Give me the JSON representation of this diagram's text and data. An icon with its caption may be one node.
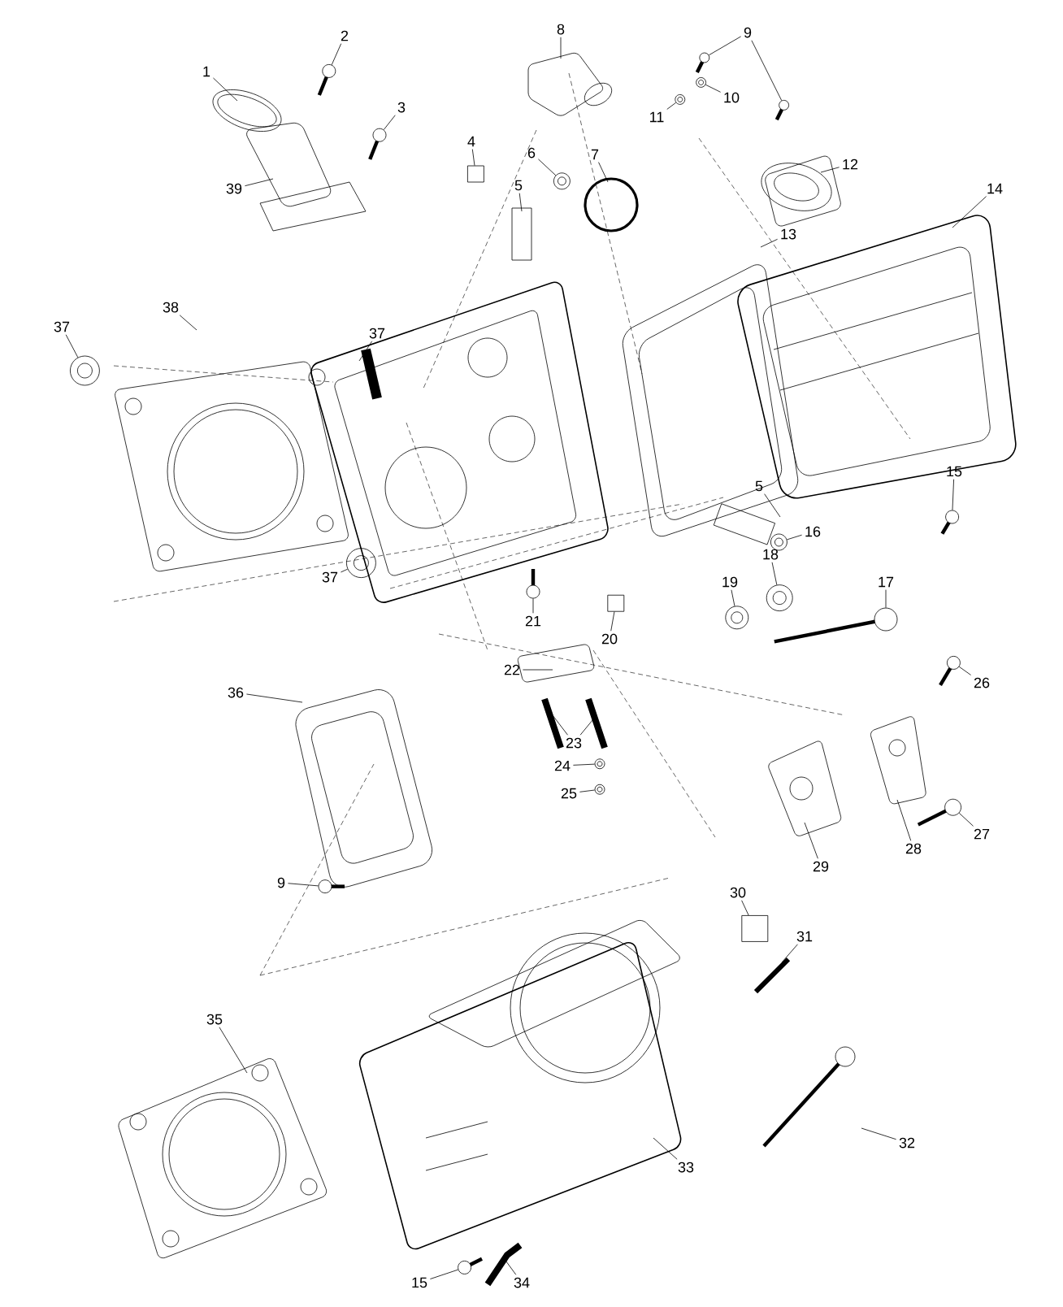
{
  "diagram": {
    "nodes": [
      {
        "text": [
          "1"
        ]
      },
      {
        "text": [
          "2"
        ]
      },
      {
        "text": [
          "3"
        ]
      },
      {
        "text": [
          "4"
        ]
      },
      {
        "text": [
          "5"
        ]
      },
      {
        "text": [
          "6"
        ]
      },
      {
        "text": [
          "7"
        ]
      },
      {
        "text": [
          "8"
        ]
      },
      {
        "text": [
          "9"
        ]
      },
      {
        "text": [
          "10"
        ]
      },
      {
        "text": [
          "11"
        ]
      },
      {
        "text": [
          "12"
        ]
      },
      {
        "text": [
          "13"
        ]
      },
      {
        "text": [
          "14"
        ]
      },
      {
        "text": [
          "15"
        ]
      },
      {
        "text": [
          "16"
        ]
      },
      {
        "text": [
          "17"
        ]
      },
      {
        "text": [
          "18"
        ]
      },
      {
        "text": [
          "19"
        ]
      },
      {
        "text": [
          "20"
        ]
      },
      {
        "text": [
          "21"
        ]
      },
      {
        "text": [
          "22"
        ]
      },
      {
        "text": [
          "23"
        ]
      },
      {
        "text": [
          "24"
        ]
      },
      {
        "text": [
          "25"
        ]
      },
      {
        "text": [
          "26"
        ]
      },
      {
        "text": [
          "27"
        ]
      },
      {
        "text": [
          "28"
        ]
      },
      {
        "text": [
          "29"
        ]
      },
      {
        "text": [
          "30"
        ]
      },
      {
        "text": [
          "31"
        ]
      },
      {
        "text": [
          "32"
        ]
      },
      {
        "text": [
          "33"
        ]
      },
      {
        "text": [
          "34"
        ]
      },
      {
        "text": [
          "35"
        ]
      },
      {
        "text": [
          "36"
        ]
      },
      {
        "text": [
          "37"
        ]
      },
      {
        "text": [
          "37"
        ]
      },
      {
        "text": [
          "37"
        ]
      },
      {
        "text": [
          "38"
        ]
      },
      {
        "text": [
          "39"
        ]
      },
      {
        "text": [
          "5"
        ]
      },
      {
        "text": [
          "9"
        ]
      },
      {
        "text": [
          "15"
        ]
      },
      {
        "text": [],
        "shape": "picture"
      },
      {
        "text": [],
        "shape": "picture"
      },
      {
        "text": [],
        "shape": "box"
      },
      {
        "text": [],
        "shape": "circle"
      },
      {
        "text": [],
        "shape": "picture"
      },
      {
        "text": [],
        "shape": "picture"
      },
      {
        "text": [],
        "shape": "circle"
      },
      {
        "text": [],
        "shape": "circle"
      },
      {
        "text": [],
        "shape": "picture"
      },
      {
        "text": [],
        "shape": "circle"
      },
      {
        "text": [],
        "shape": "picture"
      },
      {
        "text": [],
        "shape": "circle"
      },
      {
        "text": [],
        "shape": "circle"
      },
      {
        "text": [],
        "shape": "box"
      },
      {
        "text": [],
        "shape": "picture"
      },
      {
        "text": [],
        "shape": "circle"
      },
      {
        "text": [],
        "shape": "circle"
      },
      {
        "text": [],
        "shape": "picture"
      },
      {
        "text": [],
        "shape": "picture"
      },
      {
        "text": [],
        "shape": "box"
      },
      {
        "text": [],
        "shape": "circle"
      },
      {
        "text": [],
        "shape": "circle"
      },
      {
        "text": [],
        "shape": "picture"
      },
      {
        "text": [],
        "shape": "picture"
      }
    ],
    "edges": [
      {
        "from": 0,
        "to": null,
        "arrow": "none"
      },
      {
        "from": 1,
        "to": 44,
        "arrow": "none"
      },
      {
        "from": 2,
        "to": 45,
        "arrow": "none"
      },
      {
        "from": 3,
        "to": 46,
        "arrow": "none"
      },
      {
        "from": 4,
        "to": null,
        "arrow": "none"
      },
      {
        "from": 5,
        "to": 47,
        "arrow": "none"
      },
      {
        "from": 6,
        "to": null,
        "arrow": "none"
      },
      {
        "from": 7,
        "to": null,
        "arrow": "none"
      },
      {
        "from": 8,
        "to": 48,
        "arrow": "none"
      },
      {
        "from": 8,
        "to": 49,
        "arrow": "none"
      },
      {
        "from": 9,
        "to": 50,
        "arrow": "none"
      },
      {
        "from": 10,
        "to": 51,
        "arrow": "none"
      },
      {
        "from": 11,
        "to": null,
        "arrow": "none"
      },
      {
        "from": 12,
        "to": null,
        "arrow": "none"
      },
      {
        "from": 13,
        "to": null,
        "arrow": "none"
      },
      {
        "from": 14,
        "to": 52,
        "arrow": "none"
      },
      {
        "from": 15,
        "to": 53,
        "arrow": "none"
      },
      {
        "from": 16,
        "to": 54,
        "arrow": "none"
      },
      {
        "from": 17,
        "to": 55,
        "arrow": "none"
      },
      {
        "from": 18,
        "to": 56,
        "arrow": "none"
      },
      {
        "from": 19,
        "to": 57,
        "arrow": "none"
      },
      {
        "from": 20,
        "to": 58,
        "arrow": "none"
      },
      {
        "from": 21,
        "to": null,
        "arrow": "none"
      },
      {
        "from": 22,
        "to": null,
        "arrow": "none"
      },
      {
        "from": 22,
        "to": null,
        "arrow": "none"
      },
      {
        "from": 23,
        "to": 59,
        "arrow": "none"
      },
      {
        "from": 24,
        "to": 60,
        "arrow": "none"
      },
      {
        "from": 25,
        "to": 61,
        "arrow": "none"
      },
      {
        "from": 26,
        "to": 62,
        "arrow": "none"
      },
      {
        "from": 27,
        "to": null,
        "arrow": "none"
      },
      {
        "from": 28,
        "to": null,
        "arrow": "none"
      },
      {
        "from": 29,
        "to": 63,
        "arrow": "none"
      },
      {
        "from": 30,
        "to": null,
        "arrow": "none"
      },
      {
        "from": 31,
        "to": null,
        "arrow": "none"
      },
      {
        "from": 32,
        "to": null,
        "arrow": "none"
      },
      {
        "from": 33,
        "to": null,
        "arrow": "none"
      },
      {
        "from": 34,
        "to": null,
        "arrow": "none"
      },
      {
        "from": 35,
        "to": null,
        "arrow": "none"
      },
      {
        "from": 36,
        "to": 64,
        "arrow": "none"
      },
      {
        "from": 37,
        "to": null,
        "arrow": "none"
      },
      {
        "from": 38,
        "to": 65,
        "arrow": "none"
      },
      {
        "from": 39,
        "to": null,
        "arrow": "none"
      },
      {
        "from": 40,
        "to": null,
        "arrow": "none"
      },
      {
        "from": 41,
        "to": null,
        "arrow": "none"
      },
      {
        "from": 42,
        "to": 66,
        "arrow": "none"
      },
      {
        "from": 43,
        "to": 67,
        "arrow": "none"
      }
    ]
  }
}
